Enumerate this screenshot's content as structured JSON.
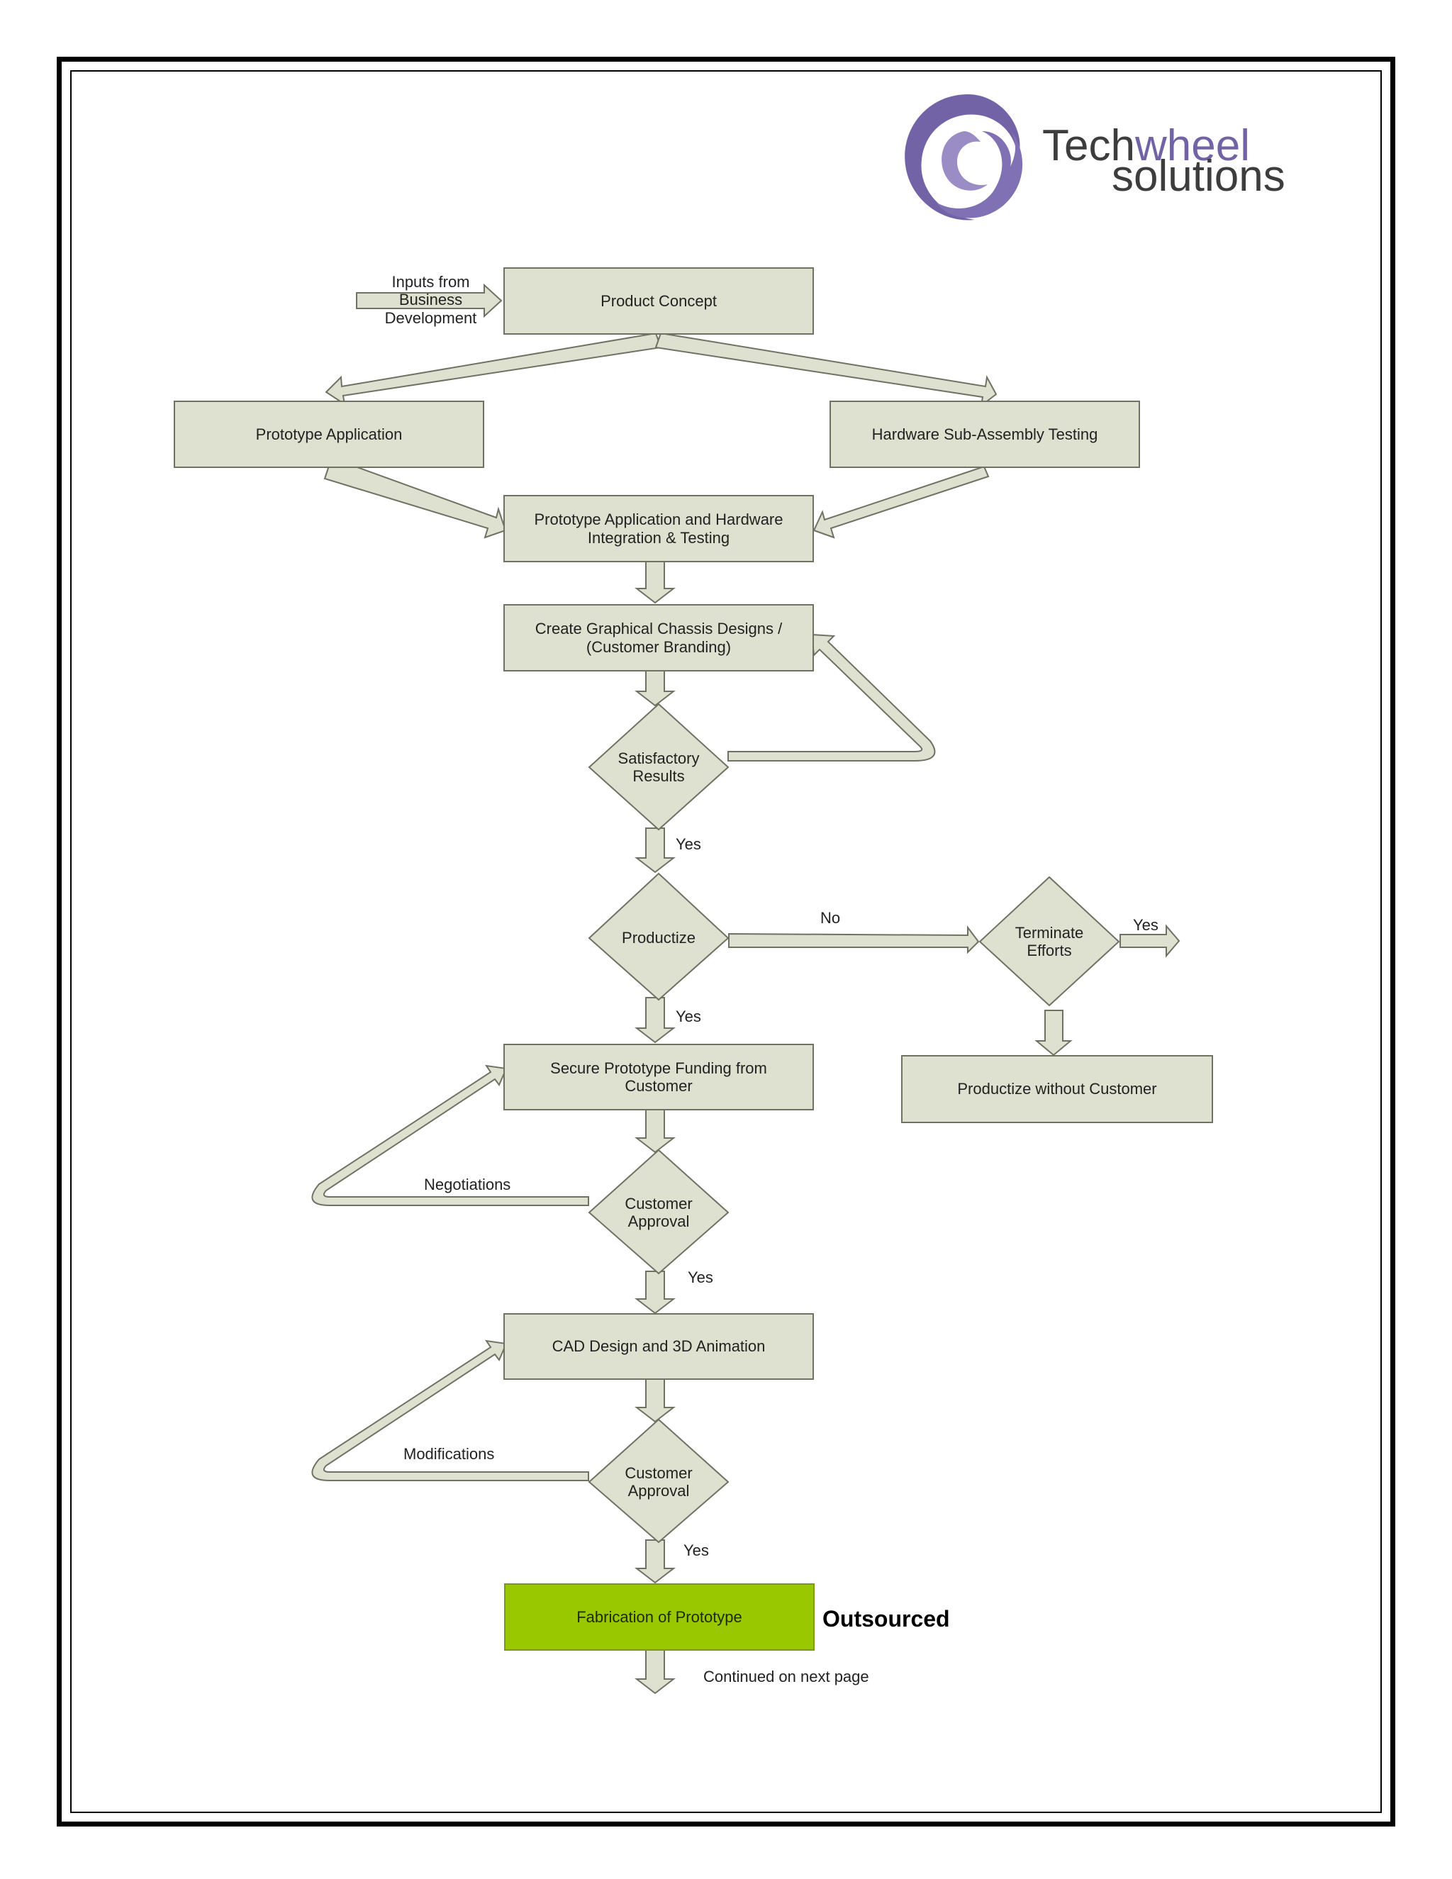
{
  "logo": {
    "word1_a": "Tech",
    "word1_b": "wheel",
    "word2": "solutions",
    "colors": {
      "dark": "#3d3d3d",
      "purple": "#7263a6",
      "light_purple": "#9a8cc4"
    }
  },
  "colors": {
    "box_fill": "#dfe1d0",
    "box_border": "#6f7262",
    "highlight_fill": "#99c800"
  },
  "nodes": {
    "input_label": "Inputs from\nBusiness\nDevelopment",
    "product_concept": "Product Concept",
    "prototype_application": "Prototype Application",
    "hardware_testing": "Hardware Sub-Assembly Testing",
    "integration_testing": "Prototype Application and Hardware\nIntegration & Testing",
    "chassis_designs": "Create Graphical Chassis Designs /\n(Customer Branding)",
    "satisfactory_results": "Satisfactory\nResults",
    "productize": "Productize",
    "terminate_efforts": "Terminate\nEfforts",
    "productize_without_customer": "Productize without Customer",
    "secure_funding": "Secure Prototype Funding from\nCustomer",
    "customer_approval_1": "Customer\nApproval",
    "cad_design": "CAD Design and 3D Animation",
    "customer_approval_2": "Customer\nApproval",
    "fabrication": "Fabrication of Prototype"
  },
  "labels": {
    "yes_1": "Yes",
    "no": "No",
    "yes_terminate": "Yes",
    "yes_2": "Yes",
    "negotiations": "Negotiations",
    "yes_3": "Yes",
    "modifications": "Modifications",
    "yes_4": "Yes",
    "outsourced": "Outsourced",
    "continued": "Continued on next page"
  }
}
